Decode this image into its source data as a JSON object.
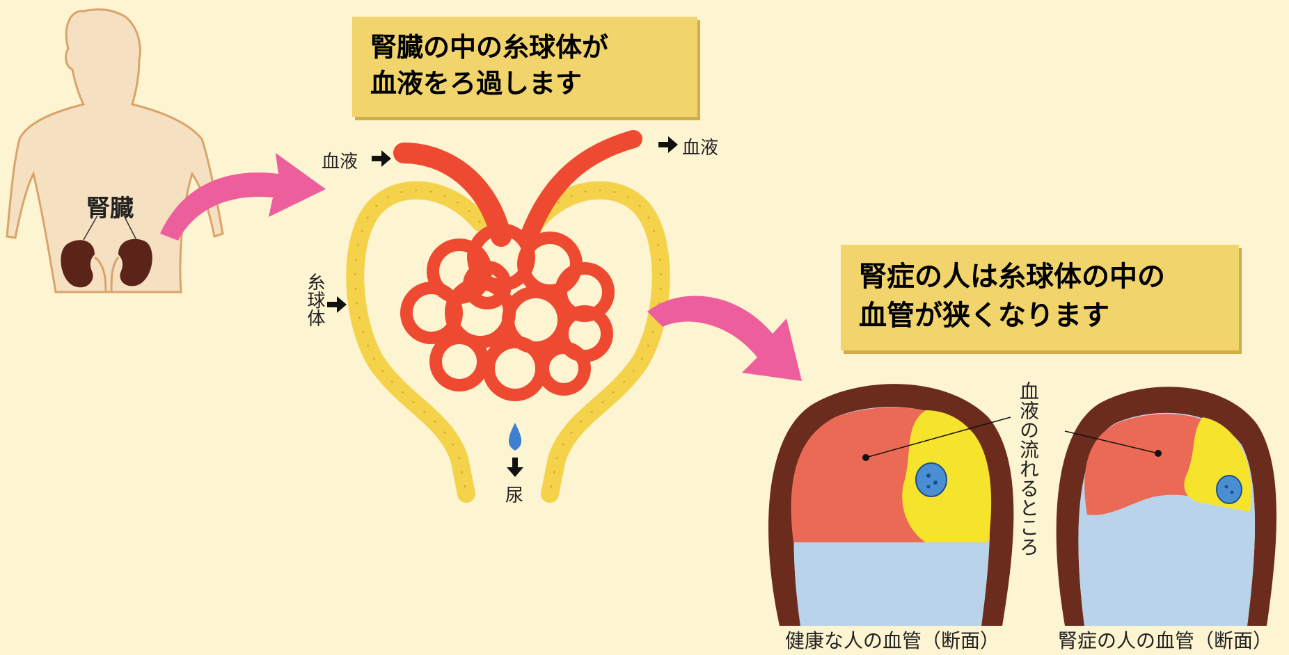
{
  "callouts": {
    "filter": {
      "line1": "腎臓の中の糸球体が",
      "line2": "血液をろ過します"
    },
    "disease": {
      "line1": "腎症の人は糸球体の中の",
      "line2": "血管が狭くなります"
    }
  },
  "labels": {
    "kidney": "腎臓",
    "blood_in": "血液",
    "blood_out": "血液",
    "glomerulus": "糸球体",
    "urine": "尿",
    "blood_flow_area": "血液の流れるところ",
    "healthy_caption": "健康な人の血管（断面）",
    "disease_caption": "腎症の人の血管（断面）"
  },
  "colors": {
    "background": "#fdf4d2",
    "callout": "#f2d46c",
    "pink_arrow": "#ec5f9c",
    "vessel_red": "#ee4a32",
    "tubule_yellow": "#f4d24a",
    "vessel_wall": "#6b2c1e",
    "blood_area": "#ea6a55",
    "plasma_blue": "#b9d3ea",
    "cell_yellow": "#f6e42c",
    "urine_drop": "#3f7fd0",
    "kidney": "#5a2418",
    "body_skin": "#f6e0c2"
  }
}
